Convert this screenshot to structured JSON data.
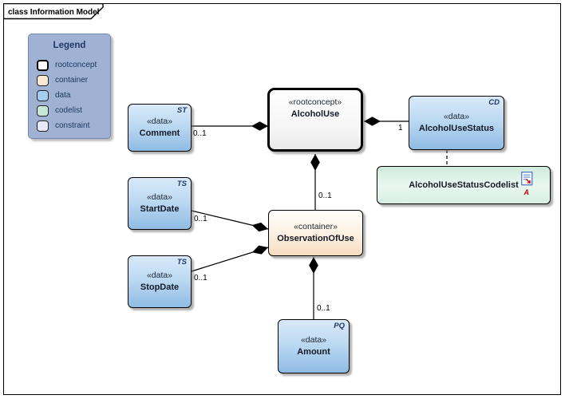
{
  "frame": {
    "title": "class Information Model"
  },
  "legend": {
    "title": "Legend",
    "items": [
      {
        "label": "rootconcept",
        "fill": "#ffffff"
      },
      {
        "label": "container",
        "fill": "#fbe8d3"
      },
      {
        "label": "data",
        "fill": "#a5cdf0"
      },
      {
        "label": "codelist",
        "fill": "#c6e7d3"
      },
      {
        "label": "constraint",
        "fill": "#e6e7f9"
      }
    ]
  },
  "classes": {
    "alcohol_use": {
      "stereotype": "«rootconcept»",
      "name": "AlcoholUse"
    },
    "comment": {
      "stereotype": "«data»",
      "name": "Comment",
      "tag": "ST"
    },
    "alcohol_use_status": {
      "stereotype": "«data»",
      "name": "AlcoholUseStatus",
      "tag": "CD"
    },
    "alcohol_use_status_codelist": {
      "name": "AlcoholUseStatusCodelist",
      "marker": "A"
    },
    "start_date": {
      "stereotype": "«data»",
      "name": "StartDate",
      "tag": "TS"
    },
    "stop_date": {
      "stereotype": "«data»",
      "name": "StopDate",
      "tag": "TS"
    },
    "observation_of_use": {
      "stereotype": "«container»",
      "name": "ObservationOfUse"
    },
    "amount": {
      "stereotype": "«data»",
      "name": "Amount",
      "tag": "PQ"
    }
  },
  "connectors": [
    {
      "from": "Comment",
      "to": "AlcoholUse",
      "type": "composition",
      "label": "0..1"
    },
    {
      "from": "AlcoholUseStatus",
      "to": "AlcoholUse",
      "type": "composition",
      "label": "1"
    },
    {
      "from": "ObservationOfUse",
      "to": "AlcoholUse",
      "type": "composition",
      "label": "0..1"
    },
    {
      "from": "StartDate",
      "to": "ObservationOfUse",
      "type": "composition",
      "label": "0..1"
    },
    {
      "from": "StopDate",
      "to": "ObservationOfUse",
      "type": "composition",
      "label": "0..1"
    },
    {
      "from": "Amount",
      "to": "ObservationOfUse",
      "type": "composition",
      "label": "0..1"
    },
    {
      "from": "AlcoholUseStatus",
      "to": "AlcoholUseStatusCodelist",
      "type": "dependency",
      "label": ""
    }
  ],
  "colors": {
    "line": "#000000",
    "shadow": "#6e6e6e",
    "marker_red": "#c00000"
  }
}
